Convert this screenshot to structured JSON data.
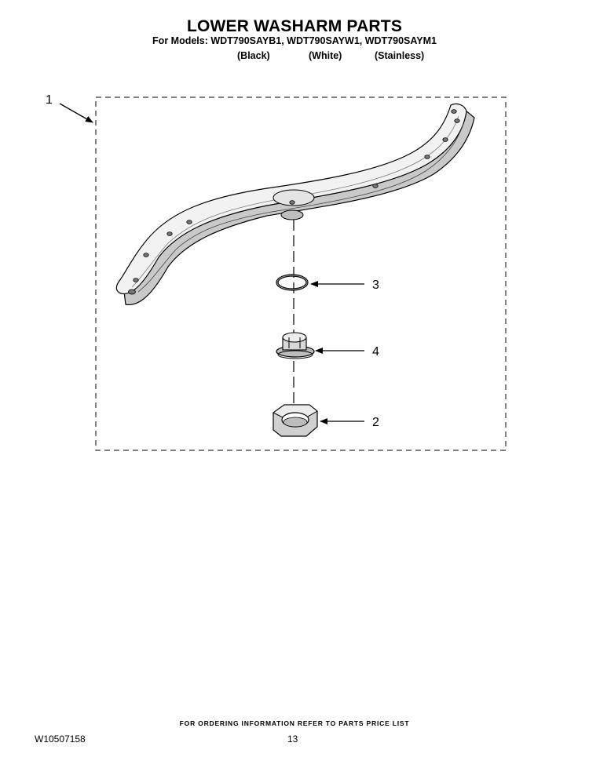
{
  "header": {
    "title": "LOWER WASHARM PARTS",
    "models_line": "For Models: WDT790SAYB1, WDT790SAYW1, WDT790SAYM1",
    "variants": [
      "(Black)",
      "(White)",
      "(Stainless)"
    ]
  },
  "diagram": {
    "callouts": [
      "1",
      "3",
      "4",
      "2"
    ],
    "parts": [
      "washarm-assembly",
      "seal-ring",
      "hub-bearing",
      "bearing-nut"
    ]
  },
  "footer": {
    "ordering_note": "FOR ORDERING INFORMATION REFER TO PARTS PRICE LIST",
    "document_number": "W10507158",
    "page_number": "13"
  },
  "colors": {
    "ink": "#000000",
    "part_fill": "#f2f2f2",
    "part_shade": "#bdbdbd"
  }
}
